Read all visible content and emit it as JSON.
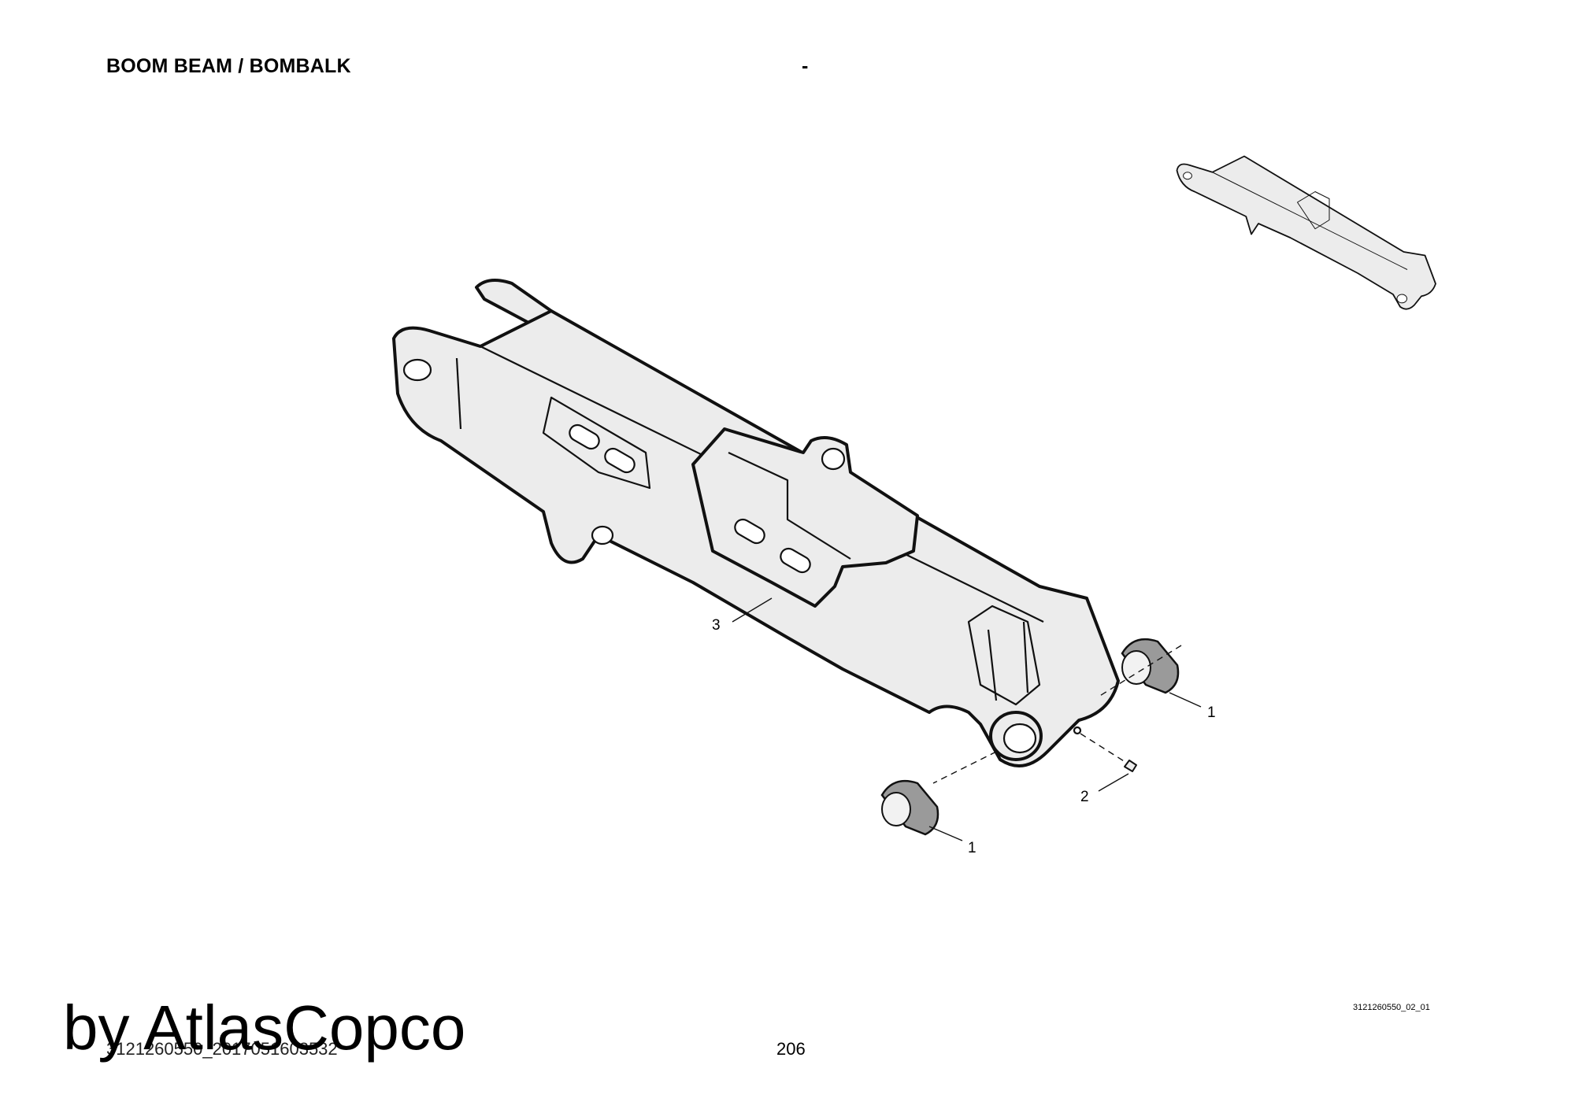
{
  "header": {
    "title": "BOOM BEAM / BOMBALK",
    "right": "-"
  },
  "callouts": [
    "3",
    "1",
    "2",
    "1"
  ],
  "figure_id": "3121260550_02_01",
  "footer": {
    "doc_id": "3121260550_2017051603532",
    "page_number": "206"
  },
  "watermark": "by AtlasCopco"
}
